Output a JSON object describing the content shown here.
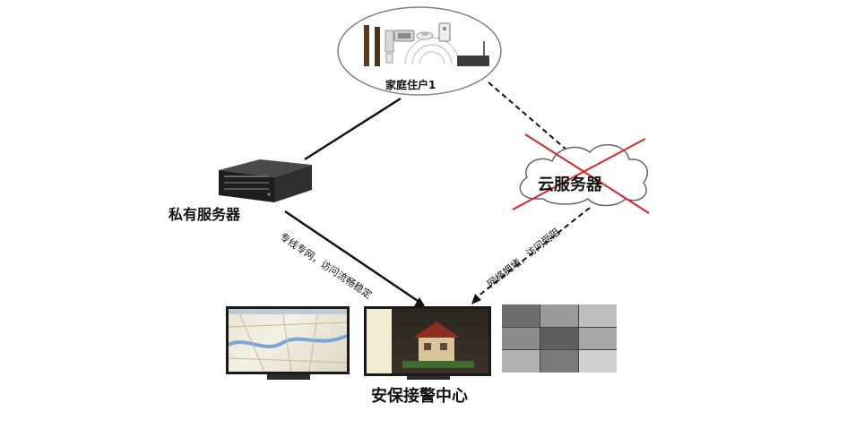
{
  "nodes": {
    "household": "家庭住户1",
    "private_server": "私有服务器",
    "cloud_server": "云服务器",
    "security_center": "安保接警中心"
  },
  "links": {
    "private_to_center": "专线专网，访问流畅稳定",
    "cloud_to_center": "网络拥堵，访问受阻"
  },
  "icons": [
    "sensor-bar-icon",
    "door-sensor-icon",
    "motion-sensor-icon",
    "smoke-detector-icon",
    "remote-icon",
    "router-icon",
    "rack-server-icon",
    "map-monitor-icon",
    "house-monitor-icon",
    "cctv-monitor-icon"
  ],
  "colors": {
    "cross": "#d9262b",
    "line": "#111111"
  }
}
